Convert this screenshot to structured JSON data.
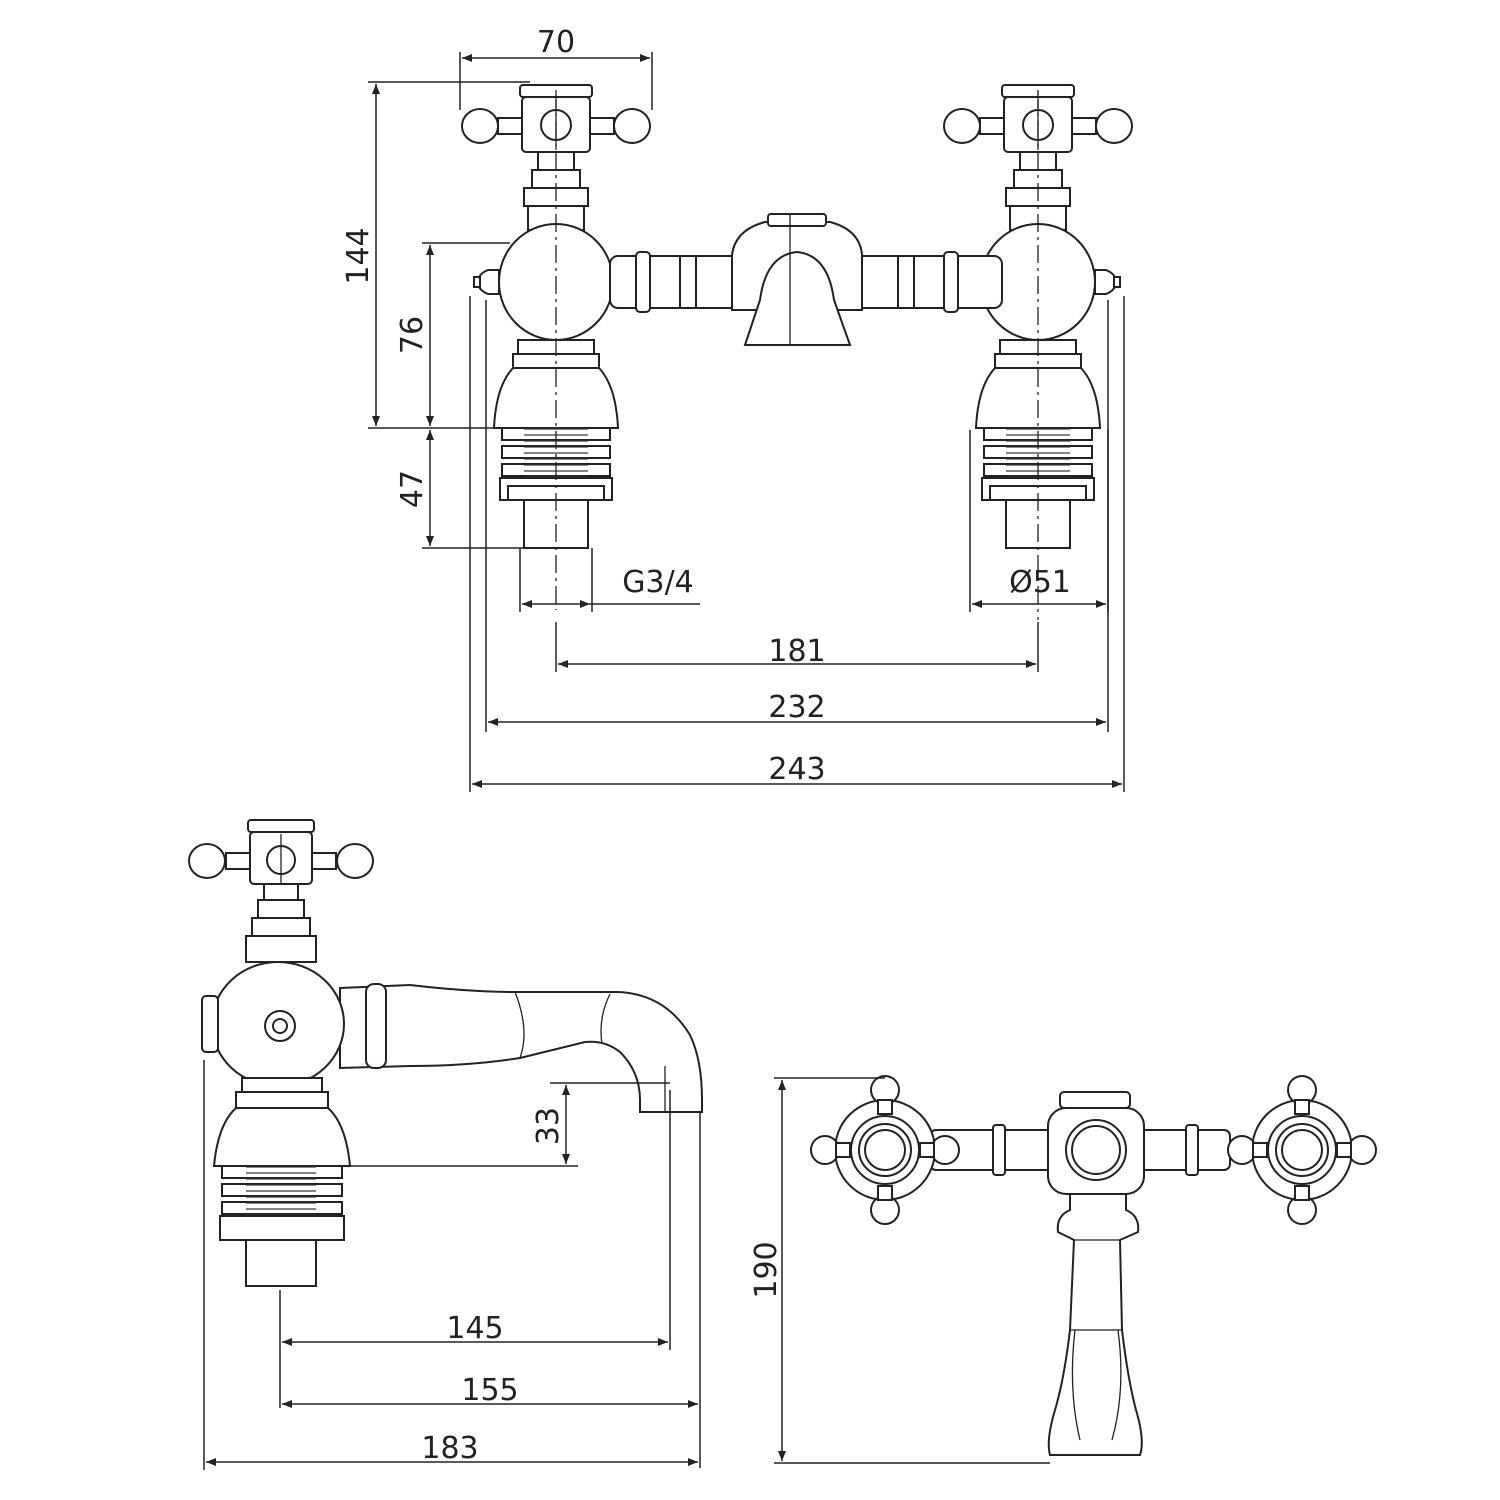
{
  "dimensions": {
    "top_width": "70",
    "total_height": "144",
    "body_height": "76",
    "thread_length": "47",
    "thread_size": "G3/4",
    "base_diameter": "Ø51",
    "centers": "181",
    "width_outer": "232",
    "width_total": "243",
    "spout_drop": "33",
    "reach_145": "145",
    "reach_155": "155",
    "depth_183": "183",
    "plan_depth": "190"
  }
}
